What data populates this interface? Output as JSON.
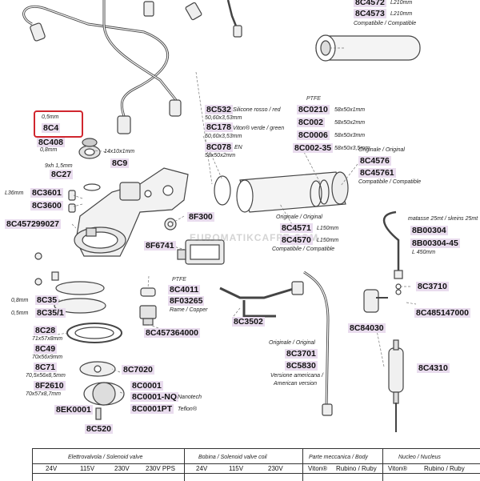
{
  "labels": {
    "l8C4572": "8C4572",
    "s8C4572": "L210mm",
    "l8C4573": "8C4573",
    "s8C4573a": "L210mm",
    "s8C4573b": "Compatibile / Compatible",
    "s8C4_top": "0,5mm",
    "l8C4": "8C4",
    "l8C408": "8C408",
    "s8C408": "0,8mm",
    "s8C9": "14x10x1mm",
    "l8C9": "8C9",
    "s8C27": "9xh 1,5mm",
    "l8C27": "8C27",
    "s8C3601": "L36mm",
    "l8C3601": "8C3601",
    "l8C3600": "8C3600",
    "l8C457299027": "8C457299027",
    "s8C35": "0,8mm",
    "l8C35": "8C35",
    "s8C35_1": "0,5mm",
    "l8C35_1": "8C35/1",
    "l8C28": "8C28",
    "s8C28": "71x57x8mm",
    "l8C49": "8C49",
    "s8C49": "70x56x9mm",
    "l8C71": "8C71",
    "s8C71": "70,5x56x8,5mm",
    "l8F2610": "8F2610",
    "s8F2610": "70x57x8,7mm",
    "l8EK0001": "8EK0001",
    "l8C520": "8C520",
    "l8C7020": "8C7020",
    "l8C0001": "8C0001",
    "l8C0001NQ": "8C0001-NQ",
    "s8C0001NQ": "Nanotech",
    "l8C0001PT": "8C0001PT",
    "s8C0001PT": "Teflon®",
    "l8C532": "8C532",
    "s8C532a": "Silicone rosso / red",
    "s8C532b": "50,60x3,53mm",
    "l8C178": "8C178",
    "s8C178a": "Viton® verde / green",
    "s8C178b": "50,60x3,53mm",
    "l8C078": "8C078",
    "s8C078a": "EN",
    "s8C078b": "58x50x2mm",
    "ptfe1": "PTFE",
    "l8C0210": "8C0210",
    "s8C0210": "58x50x1mm",
    "l8C002": "8C002",
    "s8C002": "58x50x2mm",
    "l8C0006": "8C0006",
    "s8C0006": "58x50x3mm",
    "l8C002_35": "8C002-35",
    "s8C002_35": "58x50x3,5mm",
    "s8C4576": "Originale / Original",
    "l8C4576": "8C4576",
    "l8C45761": "8C45761",
    "s8C45761": "Compatibile / Compatible",
    "l8F300": "8F300",
    "s8C4571": "Originale / Original",
    "l8C4571": "8C4571",
    "s8C4571b": "L150mm",
    "l8C4570": "8C4570",
    "s8C4570": "L150mm",
    "s8C4570b": "Compatibile / Compatible",
    "l8F6741": "8F6741",
    "ptfe2": "PTFE",
    "l8C4011": "8C4011",
    "l8F03265": "8F03265",
    "s8F03265": "Rame / Copper",
    "l8C457364000": "8C457364000",
    "l8C3502": "8C3502",
    "s8B00304": "matasse 25mt / skeins 25mt",
    "l8B00304": "8B00304",
    "l8B00304_45": "8B00304-45",
    "s8B00304_45": "L 450mm",
    "l8C3710": "8C3710",
    "l8C485147000": "8C485147000",
    "l8C84030": "8C84030",
    "s8C3701": "Originale / Original",
    "l8C3701": "8C3701",
    "l8C5830": "8C5830",
    "s8C5830a": "Versione americana /",
    "s8C5830b": "American version",
    "l8C4310": "8C4310"
  },
  "watermark": "EUROMATIKCAFFE.COM",
  "table": {
    "groups": [
      {
        "title": "Elettrovalvola / Solenoid valve",
        "cols": [
          "24V",
          "115V",
          "230V",
          "230V PPS"
        ]
      },
      {
        "title": "Bobina / Solenoid valve coil",
        "cols": [
          "24V",
          "115V",
          "230V"
        ]
      },
      {
        "title": "Parte meccanica / Body",
        "cols": [
          "Viton®",
          "Rubino / Ruby"
        ]
      },
      {
        "title": "Nucleo / Nucleus",
        "cols": [
          "Viton®",
          "Rubino / Ruby"
        ]
      }
    ]
  },
  "colors": {
    "label_bg": "#e9dcee",
    "highlight": "#d0262e",
    "line": "#444444"
  }
}
